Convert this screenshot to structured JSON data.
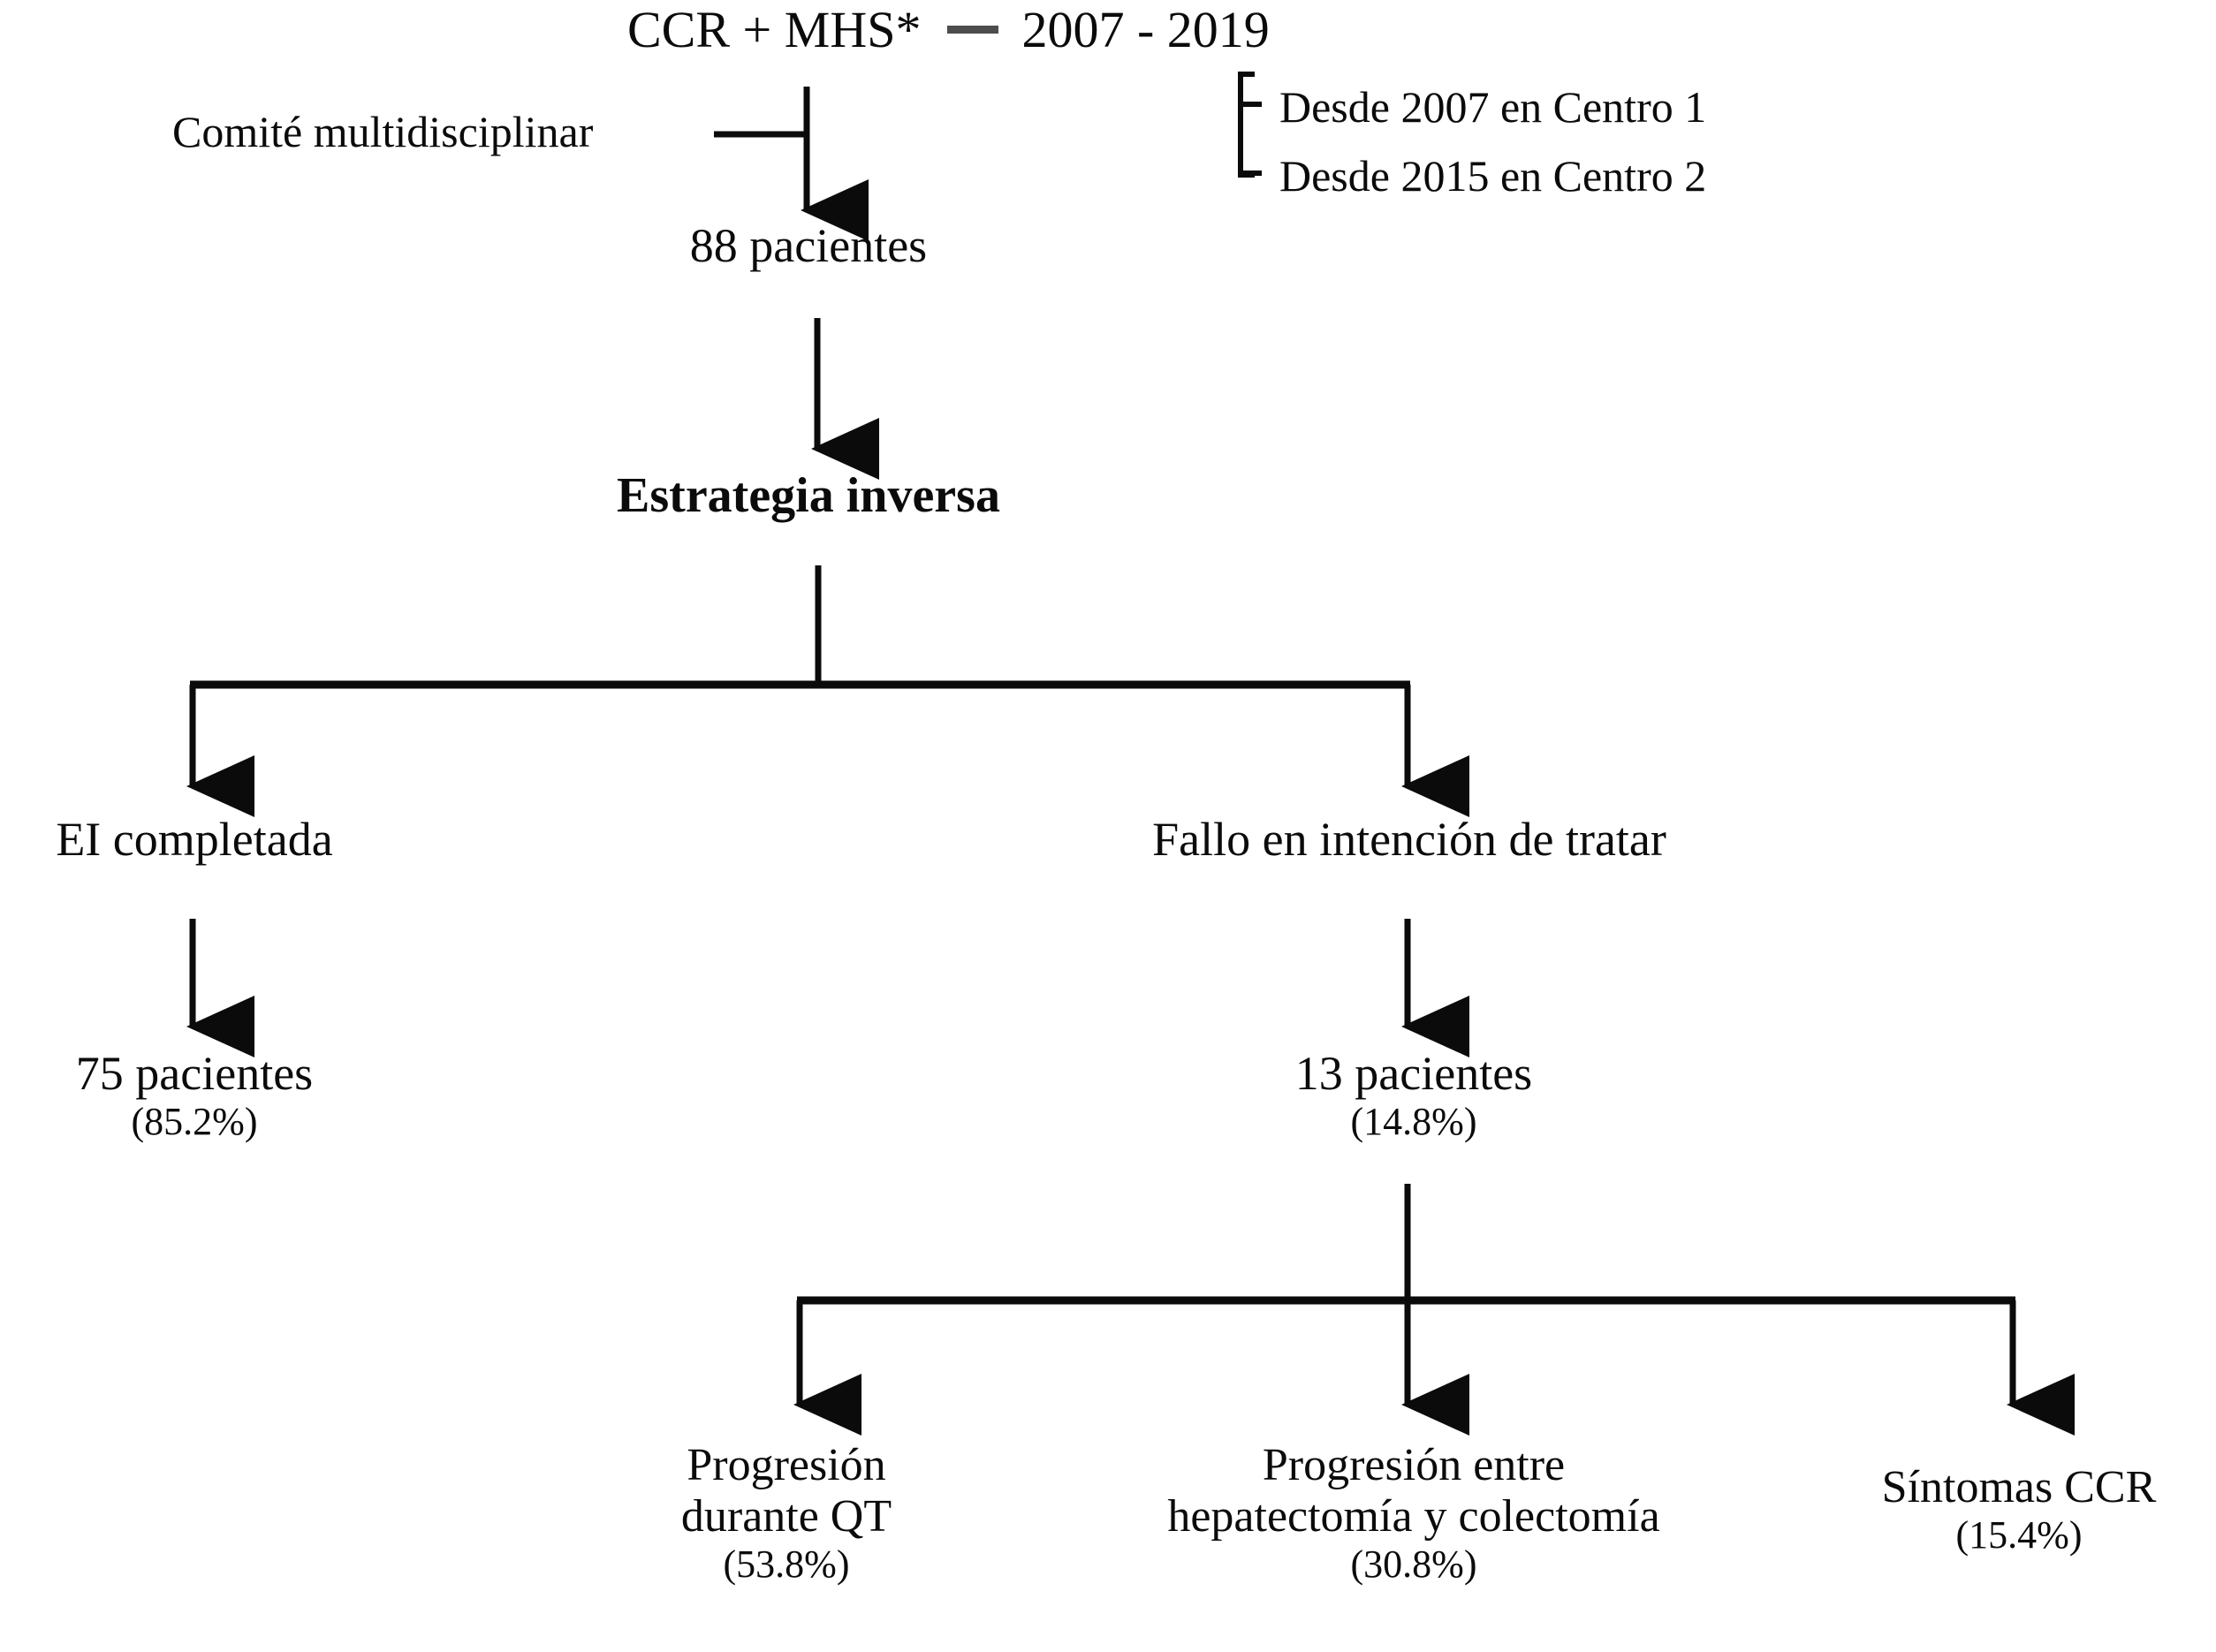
{
  "figure": {
    "type": "flowchart",
    "language": "es",
    "background_color": "#ffffff",
    "line_color": "#0b0b0b",
    "dash_color": "#4d4d4d"
  },
  "header": {
    "cohort_label": "CCR + MHS*",
    "separator": "—",
    "period": "2007 - 2019",
    "notes": [
      "Desde 2007 en Centro 1",
      "Desde 2015 en Centro 2"
    ]
  },
  "annotations": {
    "committee": "Comité multidisciplinar"
  },
  "nodes": {
    "total": {
      "label": "88 pacientes",
      "count": 88
    },
    "strategy": {
      "label": "Estrategia inversa",
      "bold": true
    },
    "branch_completed": {
      "label": "EI completada"
    },
    "branch_failed": {
      "label": "Fallo en intención de tratar"
    },
    "completed_count": {
      "label": "75 pacientes",
      "percent": "(85.2%)",
      "count": 75,
      "percent_value": 85.2
    },
    "failed_count": {
      "label": "13 pacientes",
      "percent": "(14.8%)",
      "count": 13,
      "percent_value": 14.8
    },
    "reason_1": {
      "line1": "Progresión",
      "line2": "durante QT",
      "percent": "(53.8%)",
      "percent_value": 53.8
    },
    "reason_2": {
      "line1": "Progresión entre",
      "line2": "hepatectomía y colectomía",
      "percent": "(30.8%)",
      "percent_value": 30.8
    },
    "reason_3": {
      "line1": "Síntomas CCR",
      "percent": "(15.4%)",
      "percent_value": 15.4
    }
  }
}
